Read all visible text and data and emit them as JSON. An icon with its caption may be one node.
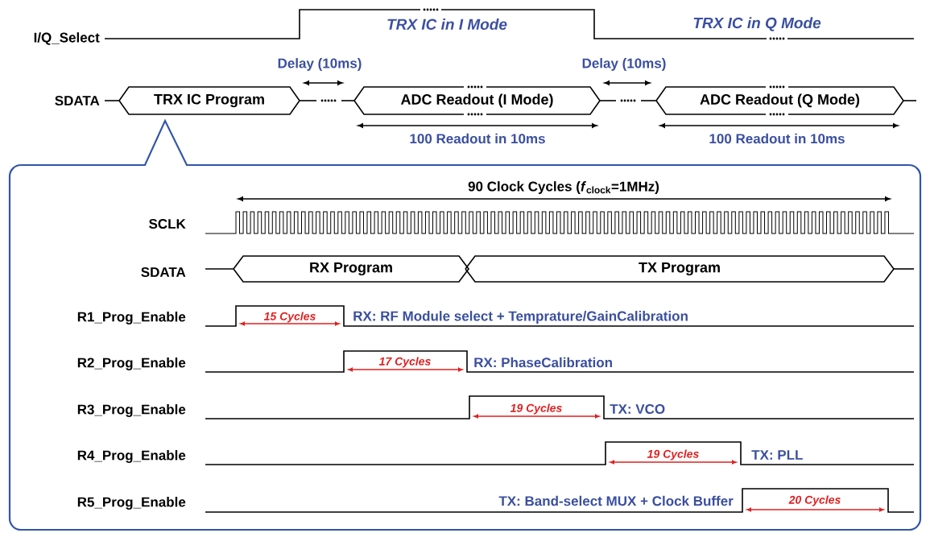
{
  "diagram": {
    "nodes": [
      {
        "text": [
          "TRX IC Program"
        ]
      },
      {
        "text": [
          "ADC Readout (I Mode)"
        ]
      },
      {
        "text": [
          "ADC Readout (Q Mode)"
        ]
      },
      {
        "text": [],
        "shape": "box"
      },
      {
        "text": [
          "RX Program"
        ],
        "in": 3
      },
      {
        "text": [
          "TX Program"
        ],
        "in": 3
      }
    ],
    "labels": [
      "I/Q_Select",
      "TRX IC in I Mode",
      "TRX IC in Q Mode",
      "Delay (10ms)",
      "Delay (10ms)",
      "SDATA",
      "100 Readout in 10ms",
      "100 Readout in 10ms",
      "90 Clock Cycles (*f*$_{clock}$=1MHz)",
      "SCLK",
      "SDATA",
      "R1_Prog_Enable",
      "15 Cycles",
      "RX: RF Module select + Temprature/GainCalibration",
      "R2_Prog_Enable",
      "17 Cycles",
      "RX: PhaseCalibration",
      "R3_Prog_Enable",
      "19 Cycles",
      "TX: VCO",
      "R4_Prog_Enable",
      "19 Cycles",
      "TX: PLL",
      "R5_Prog_Enable",
      "TX: Band-select MUX + Clock Buffer",
      "20 Cycles"
    ]
  }
}
